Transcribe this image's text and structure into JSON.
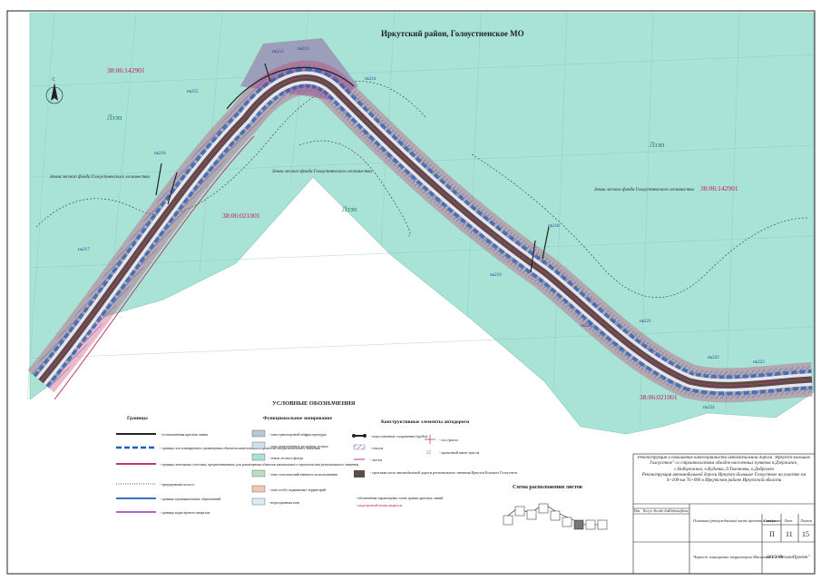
{
  "title": "Иркутский район, Голоустненское МО",
  "cadastral": [
    "38:06:142901",
    "38:06:021001",
    "38:06:142901",
    "38:06:021001"
  ],
  "forest_code": "Лзэп",
  "forest_lands": "Земли лесного фонда Голоустненского лесничества",
  "north_arrow_label": "С",
  "km_markers": [
    "пк212",
    "пк213",
    "пк214",
    "пк215",
    "пк216",
    "пк217",
    "пк218",
    "пк219",
    "пк220",
    "пк221",
    "пк222",
    "пк223",
    "пк224"
  ],
  "legend": {
    "title": "УСЛОВНЫЕ ОБОЗНАЧЕНИЯ",
    "col1_title": "Границы",
    "col1": [
      "- установленная красная линия",
      "- граница зон планируемого размещения объектов капитального строительства регионального значения",
      "- граница земельных участков, предназначенных для размещения объектов капитального строительства регионального значения",
      "- придорожная полоса",
      "- граница муниципальных образований",
      "- граница кадастрового квартала"
    ],
    "col2_title": "Функциональное зонирование",
    "col2": [
      "- зона транспортной инфраструктуры",
      "- зона пересеченных рельефом лесных",
      "- земли лесного фонда",
      "- зона сельскохозяйственного использования",
      "- зона особо охраняемых территорий",
      "- водоохранная зона"
    ],
    "col3_title": "Конструктивные элементы автодороги",
    "col3": [
      "- искусственные сооружения (трубы)",
      "- откосы",
      "- мосты",
      "- проезжая часть автомобильной дороги регионального значения Иркутск-Большое Голоустное"
    ],
    "col3_extra": [
      "- ось трассы",
      "- проектный пикет трассы"
    ],
    "footnote": "- обозначение характерных точек границ красных линий",
    "footnote2": "- кадастровый номер квартала"
  },
  "layout_scheme_title": "Схема расположения листов",
  "title_block": {
    "project": "Реконструкция и повышение категорийности автомобильной дороги \"Иркутск-Большое Голоустное\" со строительством обходов населенных пунктов п.Дзержинск, с.Набережное, п.Кудинка, д.Тихоновка, п.Добролет",
    "object": "Реконструкция автомобильной дороги Иркутск-Большое Голоустное на участке км 4+100-км 76+000 в Иркутском районе Иркутской области",
    "headers": [
      "Изм.",
      "Кол.уч",
      "Лист",
      "№ док",
      "Подпись",
      "Дата"
    ],
    "part": "Основная (утверждаемая) часть проекта планировки",
    "stage_label": "Стадия",
    "sheet_label": "Лист",
    "sheets_label": "Листов",
    "stage": "П",
    "sheet": "11",
    "sheets": "15",
    "drawing": "Чертеж планировки территории Масштаб 1:2000",
    "company": "ООО \"РегионПроект\""
  },
  "colors": {
    "forest": "#a8e3d6",
    "road": "#5a4d4a",
    "redline": "#c23a6a",
    "blueline": "#1b5fb8"
  }
}
